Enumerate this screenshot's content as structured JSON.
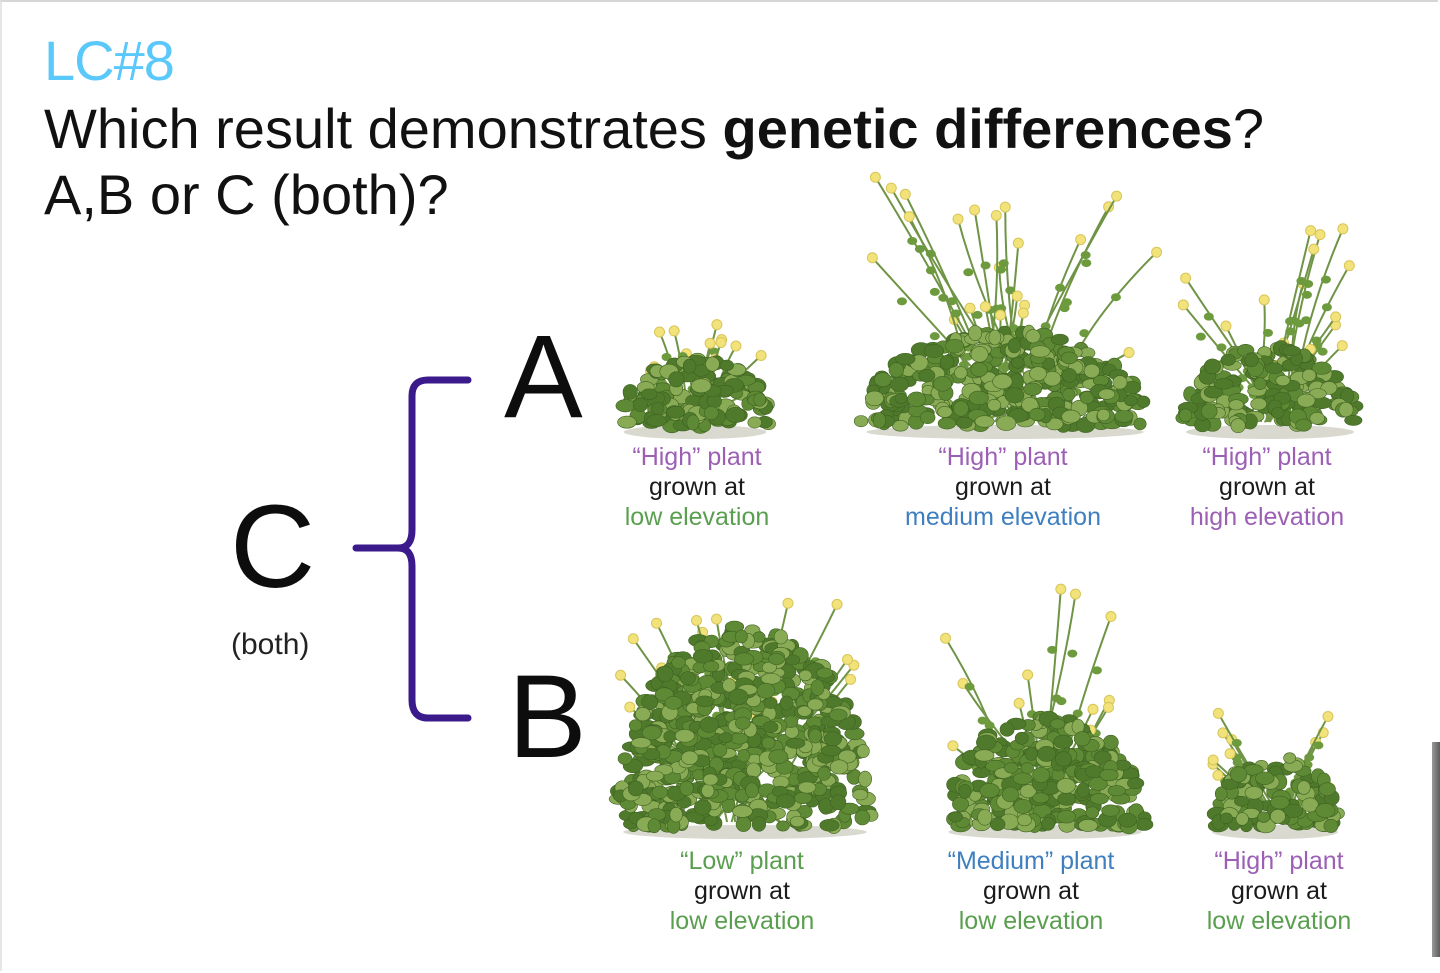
{
  "slide": {
    "number": "LC#8",
    "question_prefix": "Which result demonstrates ",
    "question_bold": "genetic differences",
    "question_suffix": "?",
    "question_line2": "A,B or C (both)?"
  },
  "labels": {
    "A": "A",
    "B": "B",
    "C": "C",
    "C_sub": "(both)"
  },
  "colors": {
    "slide_number": "#5ac8fa",
    "bracket": "#3b1a8c",
    "high_label": "#9c5fb5",
    "low_label": "#5a9f4f",
    "medium_label": "#3f7fbf",
    "plant_leaf": "#5f8a35",
    "flower": "#f2e27a"
  },
  "row_A": [
    {
      "l1": "“High” plant",
      "l2": "grown at",
      "l3": "low elevation"
    },
    {
      "l1": "“High” plant",
      "l2": "grown at",
      "l3": "medium elevation"
    },
    {
      "l1": "“High” plant",
      "l2": "grown at",
      "l3": "high elevation"
    }
  ],
  "row_B": [
    {
      "l1": "“Low” plant",
      "l2": "grown at",
      "l3": "low elevation"
    },
    {
      "l1": "“Medium” plant",
      "l2": "grown at",
      "l3": "low elevation"
    },
    {
      "l1": "“High” plant",
      "l2": "grown at",
      "l3": "low elevation"
    }
  ]
}
